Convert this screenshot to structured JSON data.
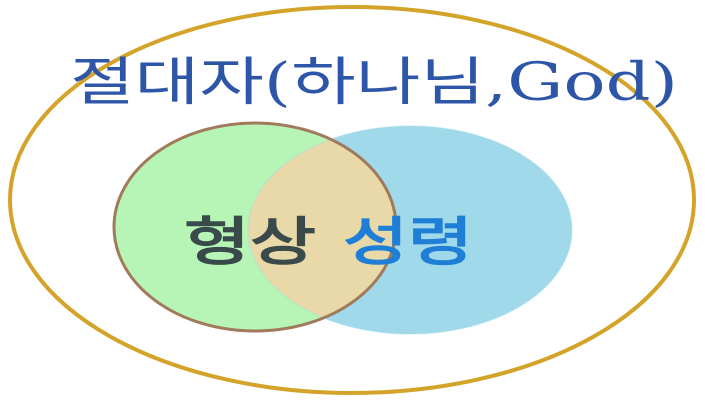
{
  "title": "절대자(하나님,God)",
  "labels": {
    "left": "형상",
    "right": "성령"
  },
  "colors": {
    "outer_stroke": "#d4a32a",
    "left_fill": "#b7f5b7",
    "right_fill": "#9fd9ea",
    "overlap_fill": "#ead9a8",
    "circle_stroke": "#a07a5a",
    "title": "#2e56a8",
    "left_label": "#3a4a4a",
    "right_label": "#1f7fd6"
  }
}
